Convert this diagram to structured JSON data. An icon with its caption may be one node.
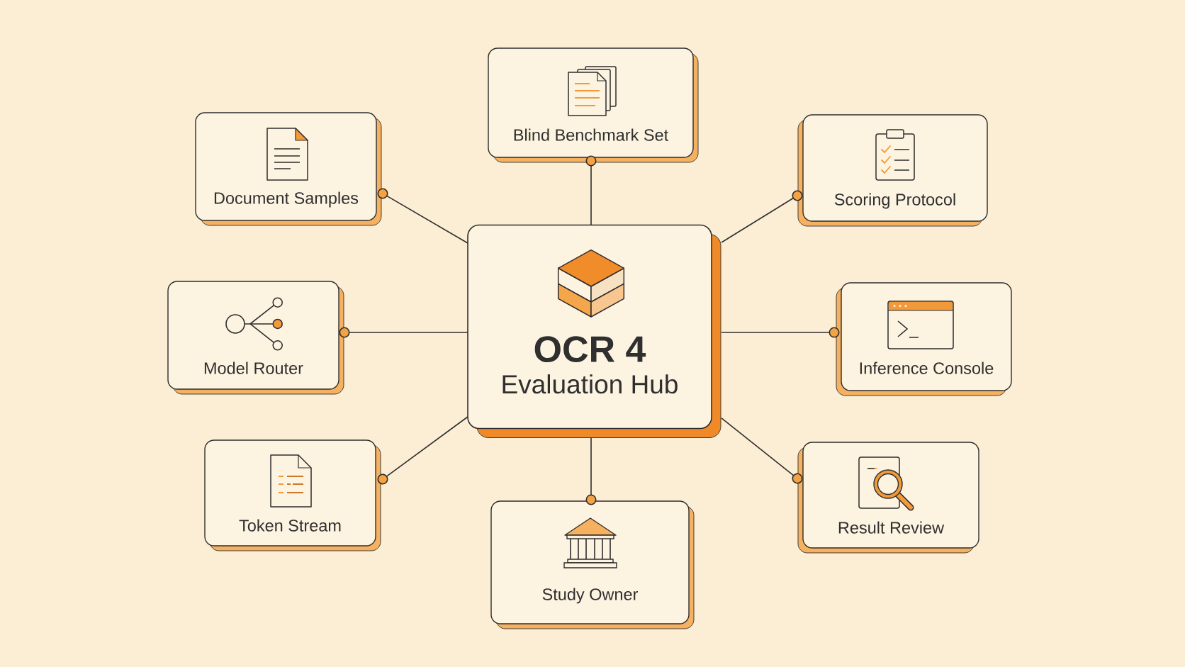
{
  "diagram": {
    "nodes": [
      {
        "text": [
          "Blind Benchmark Set"
        ]
      },
      {
        "text": [
          "Document Samples"
        ]
      },
      {
        "text": [
          "Scoring Protocol"
        ]
      },
      {
        "text": [
          "OCR 4",
          "Evaluation Hub"
        ]
      },
      {
        "text": [
          "Model Router"
        ]
      },
      {
        "text": [
          "Inference Console"
        ]
      },
      {
        "text": [
          "Token Stream"
        ]
      },
      {
        "text": [
          "Result Review"
        ]
      },
      {
        "text": [
          "Study Owner"
        ]
      }
    ],
    "edges": [
      {
        "from": 3,
        "to": 0,
        "arrow": "other"
      },
      {
        "from": 3,
        "to": 1,
        "arrow": "other"
      },
      {
        "from": 3,
        "to": 2,
        "arrow": "other"
      },
      {
        "from": 3,
        "to": 4,
        "arrow": "other"
      },
      {
        "from": 3,
        "to": 5,
        "arrow": "other"
      },
      {
        "from": 3,
        "to": 6,
        "arrow": "other"
      },
      {
        "from": 3,
        "to": 7,
        "arrow": "other"
      },
      {
        "from": 3,
        "to": 8,
        "arrow": "other"
      }
    ]
  }
}
